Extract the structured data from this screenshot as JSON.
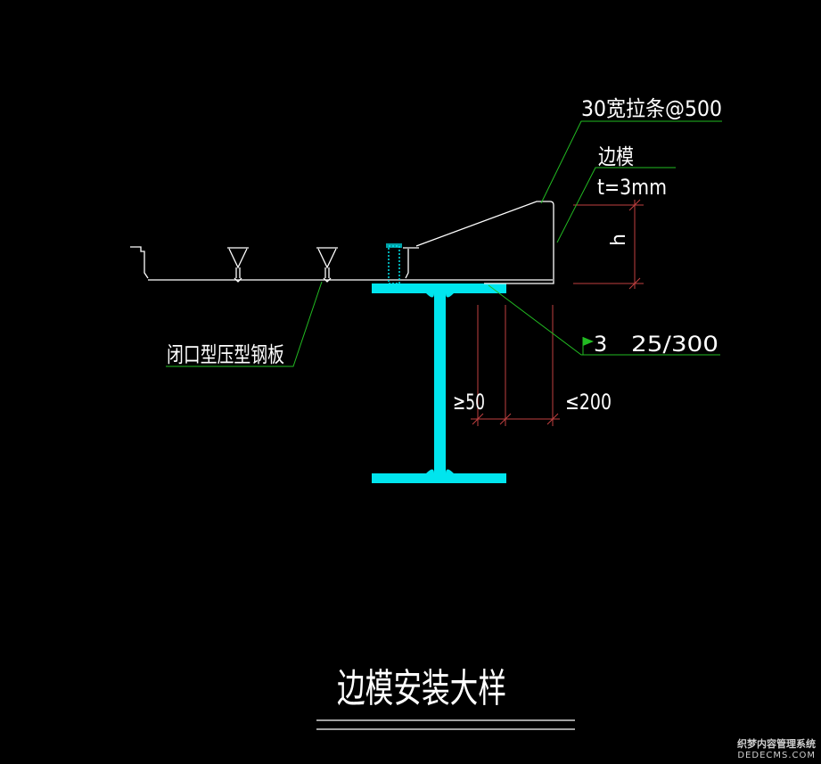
{
  "title": "边模安装大样",
  "labels": {
    "tie_strip": "30宽拉条@500",
    "edge_form": "边模",
    "thickness": "t=3mm",
    "height": "h",
    "deck": "闭口型压型钢板",
    "weld_size": "3",
    "weld_spec": "25/300",
    "min_dim": "≥50",
    "max_dim": "≤200"
  },
  "watermark": {
    "line1": "织梦内容管理系统",
    "line2": "DEDECMS.COM"
  },
  "colors": {
    "background": "#000000",
    "line": "#ffffff",
    "leader": "#22bb22",
    "dimension": "#c04040",
    "beam": "#00e5ee",
    "weld_flag": "#22bb22"
  }
}
